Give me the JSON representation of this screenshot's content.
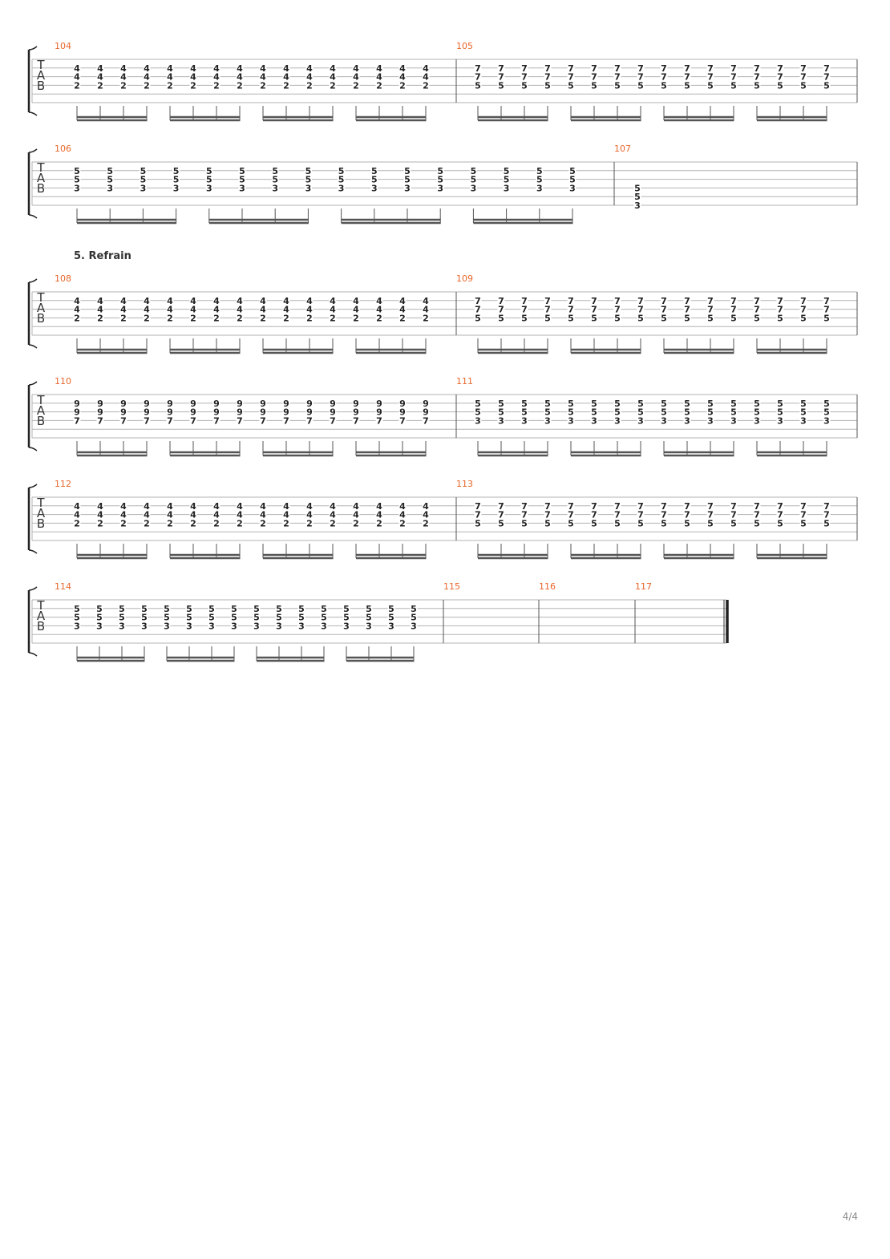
{
  "page": {
    "number": "4/4"
  },
  "tab_clef": [
    "T",
    "A",
    "B"
  ],
  "colors": {
    "bar_number": "#e8662b",
    "staff_line": "#b3b3b3",
    "note": "#222222",
    "beam": "#555555",
    "bracket": "#222222"
  },
  "section_marker": {
    "text": "5. Refrain",
    "before_system": 2
  },
  "systems": [
    {
      "measures": [
        {
          "number": "104",
          "rest": false,
          "beats": 16,
          "frets": [
            "4",
            "4",
            "2"
          ]
        },
        {
          "number": "105",
          "rest": false,
          "beats": 16,
          "frets": [
            "7",
            "7",
            "5"
          ]
        }
      ]
    },
    {
      "measures": [
        {
          "number": "106",
          "rest": false,
          "beats": 16,
          "frets": [
            "5",
            "5",
            "3"
          ]
        },
        {
          "number": "107",
          "rest": false,
          "beats": 1,
          "frets": [
            "5",
            "5",
            "3"
          ],
          "shifted_down": true
        }
      ]
    },
    {
      "measures": [
        {
          "number": "108",
          "rest": false,
          "beats": 16,
          "frets": [
            "4",
            "4",
            "2"
          ]
        },
        {
          "number": "109",
          "rest": false,
          "beats": 16,
          "frets": [
            "7",
            "7",
            "5"
          ]
        }
      ]
    },
    {
      "measures": [
        {
          "number": "110",
          "rest": false,
          "beats": 16,
          "frets": [
            "9",
            "9",
            "7"
          ]
        },
        {
          "number": "111",
          "rest": false,
          "beats": 16,
          "frets": [
            "5",
            "5",
            "3"
          ]
        }
      ]
    },
    {
      "measures": [
        {
          "number": "112",
          "rest": false,
          "beats": 16,
          "frets": [
            "4",
            "4",
            "2"
          ]
        },
        {
          "number": "113",
          "rest": false,
          "beats": 16,
          "frets": [
            "7",
            "7",
            "5"
          ]
        }
      ]
    },
    {
      "measures": [
        {
          "number": "114",
          "rest": false,
          "beats": 16,
          "frets": [
            "5",
            "5",
            "3"
          ]
        },
        {
          "number": "115",
          "rest": true,
          "beats": 0,
          "frets": []
        },
        {
          "number": "116",
          "rest": true,
          "beats": 0,
          "frets": []
        },
        {
          "number": "117",
          "rest": true,
          "beats": 0,
          "frets": [],
          "final": true
        }
      ]
    }
  ]
}
